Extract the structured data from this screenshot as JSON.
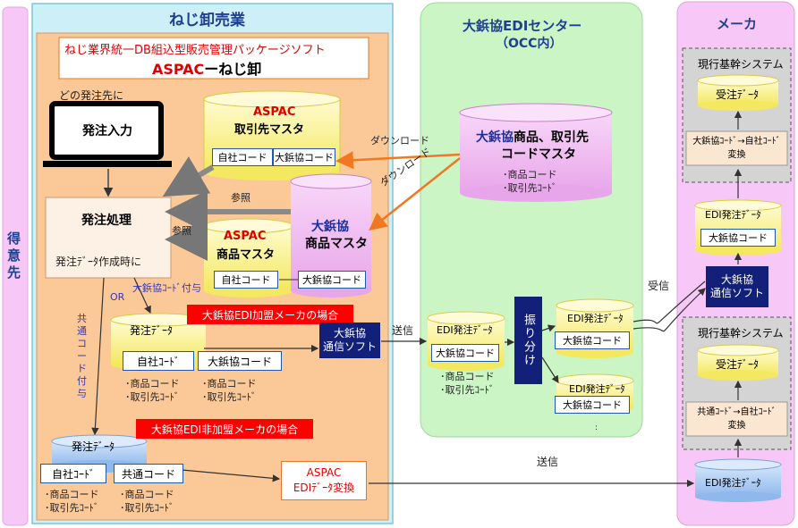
{
  "left_side": {
    "label": "得意先"
  },
  "nejiten": {
    "title": "ねじ卸売業",
    "package_line1": "ねじ業界統一DB組込型販売管理パッケージソフト",
    "package_line2_red": "ASPAC",
    "package_line2_black": "ーねじ卸",
    "which_supplier": "どの発注先に",
    "order_input": "発注入力",
    "order_process": "発注処理",
    "on_order_create": "発注ﾃﾞｰﾀ作成時に",
    "ref1": "参照",
    "ref2": "参照",
    "partner_master": {
      "l1": "ASPAC",
      "l2": "取引先マスタ",
      "f1": "自社コード",
      "f2": "大鋲協コード"
    },
    "product_master": {
      "l1": "ASPAC",
      "l2": "商品マスタ",
      "f1": "自社コード",
      "f2": "大鋲協コード"
    },
    "daibyo_master": {
      "l1": "大鋲協",
      "l2": "商品マスタ",
      "f": "大鋲協コード"
    },
    "assign_daibyo": "大鋲協ｺｰﾄﾞ付与",
    "or": "OR",
    "assign_common": "共通コード付与",
    "member_case": "大鋲協EDI加盟メーカの場合",
    "nonmember_case": "大鋲協EDI非加盟メーカの場合",
    "order_data_top": {
      "title": "発注ﾃﾞｰﾀ",
      "f1": "自社ｺｰﾄﾞ",
      "f2": "大鋲協コード",
      "items1": [
        "･商品コード",
        "･取引先ｺｰﾄﾞ"
      ],
      "items2": [
        "･商品コード",
        "･取引先ｺｰﾄﾞ"
      ]
    },
    "comm_soft": {
      "l1": "大鋲協",
      "l2": "通信ソフト"
    },
    "order_data_bottom": {
      "title": "発注ﾃﾞｰﾀ",
      "f1": "自社ｺｰﾄﾞ",
      "f2": "共通コード",
      "items1": [
        "･商品コード",
        "･取引先ｺｰﾄﾞ"
      ],
      "items2": [
        "･商品コード",
        "･取引先ｺｰﾄﾞ"
      ]
    },
    "edi_convert": {
      "l1": "ASPAC",
      "l2": "EDIﾃﾞｰﾀ変換"
    }
  },
  "edi_center": {
    "title_l1": "大鋲協EDIセンター",
    "title_l2": "（OCC内）",
    "master": {
      "l1_red": "大鋲協",
      "l1_rest": "商品、取引先",
      "l2": "コードマスタ",
      "items": [
        "･商品コード",
        "･取引先ｺｰﾄﾞ"
      ]
    },
    "download1": "ダウンロード",
    "download2": "ダウンロード",
    "send": "送信",
    "edi_in": {
      "title": "EDI発注ﾃﾞｰﾀ",
      "f": "大鋲協コード",
      "items": [
        "･商品コード",
        "･取引先ｺｰﾄﾞ"
      ]
    },
    "sort": "振り分け",
    "edi_out1": {
      "title": "EDI発注ﾃﾞｰﾀ",
      "f": "大鋲協コード"
    },
    "edi_out2": {
      "title": "EDI発注ﾃﾞｰﾀ",
      "f": "大鋲協コード"
    },
    "dots": ":"
  },
  "maker": {
    "title": "メーカ",
    "receive": "受信",
    "send_bottom": "送信",
    "sys_top": {
      "title": "現行基幹システム",
      "order": "受注ﾃﾞｰﾀ",
      "conv_l1": "大鋲協ｺｰﾄﾞ→自社ｺｰﾄﾞ",
      "conv_l2": "変換"
    },
    "edi_data": {
      "title": "EDI発注ﾃﾞｰﾀ",
      "f": "大鋲協コード"
    },
    "comm_soft": {
      "l1": "大鋲協",
      "l2": "通信ソフト"
    },
    "sys_bottom": {
      "title": "現行基幹システム",
      "order": "受注ﾃﾞｰﾀ",
      "conv_l1": "共通ｺｰﾄﾞ→自社ｺｰﾄﾞ",
      "conv_l2": "変換"
    },
    "edi_data2": {
      "title": "EDI発注ﾃﾞｰﾀ"
    }
  }
}
